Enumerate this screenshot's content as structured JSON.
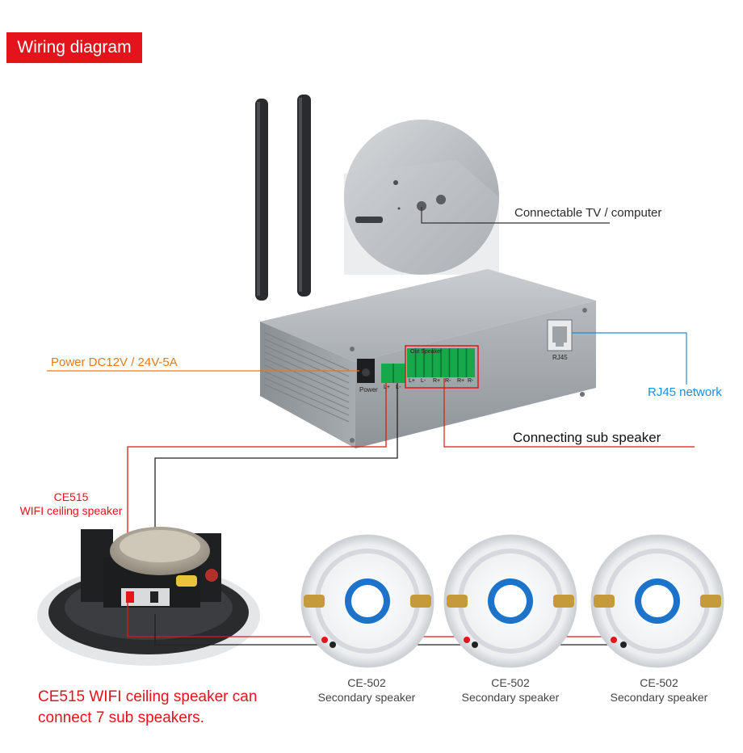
{
  "header": {
    "title": "Wiring diagram"
  },
  "device": {
    "port_labels": {
      "power": "Power",
      "out_speaker": "Out Speaker",
      "terminals": [
        "L+",
        "L-",
        "L+",
        "L-",
        "R+",
        "R-",
        "R+",
        "R-"
      ],
      "rj45": "RJ45"
    }
  },
  "callouts": {
    "tv": "Connectable TV / computer",
    "power": "Power DC12V / 24V-5A",
    "rj45": "RJ45 network",
    "sub_speaker": "Connecting sub speaker"
  },
  "main_speaker": {
    "model": "CE515",
    "name": "WIFI ceiling speaker",
    "note_line1": "CE515 WIFI ceiling speaker can",
    "note_line2": "connect 7 sub speakers."
  },
  "secondary_speakers": [
    {
      "model": "CE-502",
      "name": "Secondary speaker"
    },
    {
      "model": "CE-502",
      "name": "Secondary speaker"
    },
    {
      "model": "CE-502",
      "name": "Secondary speaker"
    }
  ],
  "colors": {
    "accent_red": "#e3141b",
    "orange": "#e57a16",
    "blue": "#1a8fd8",
    "device_gray": "#9aa0a6",
    "terminal_green": "#17a84a"
  }
}
